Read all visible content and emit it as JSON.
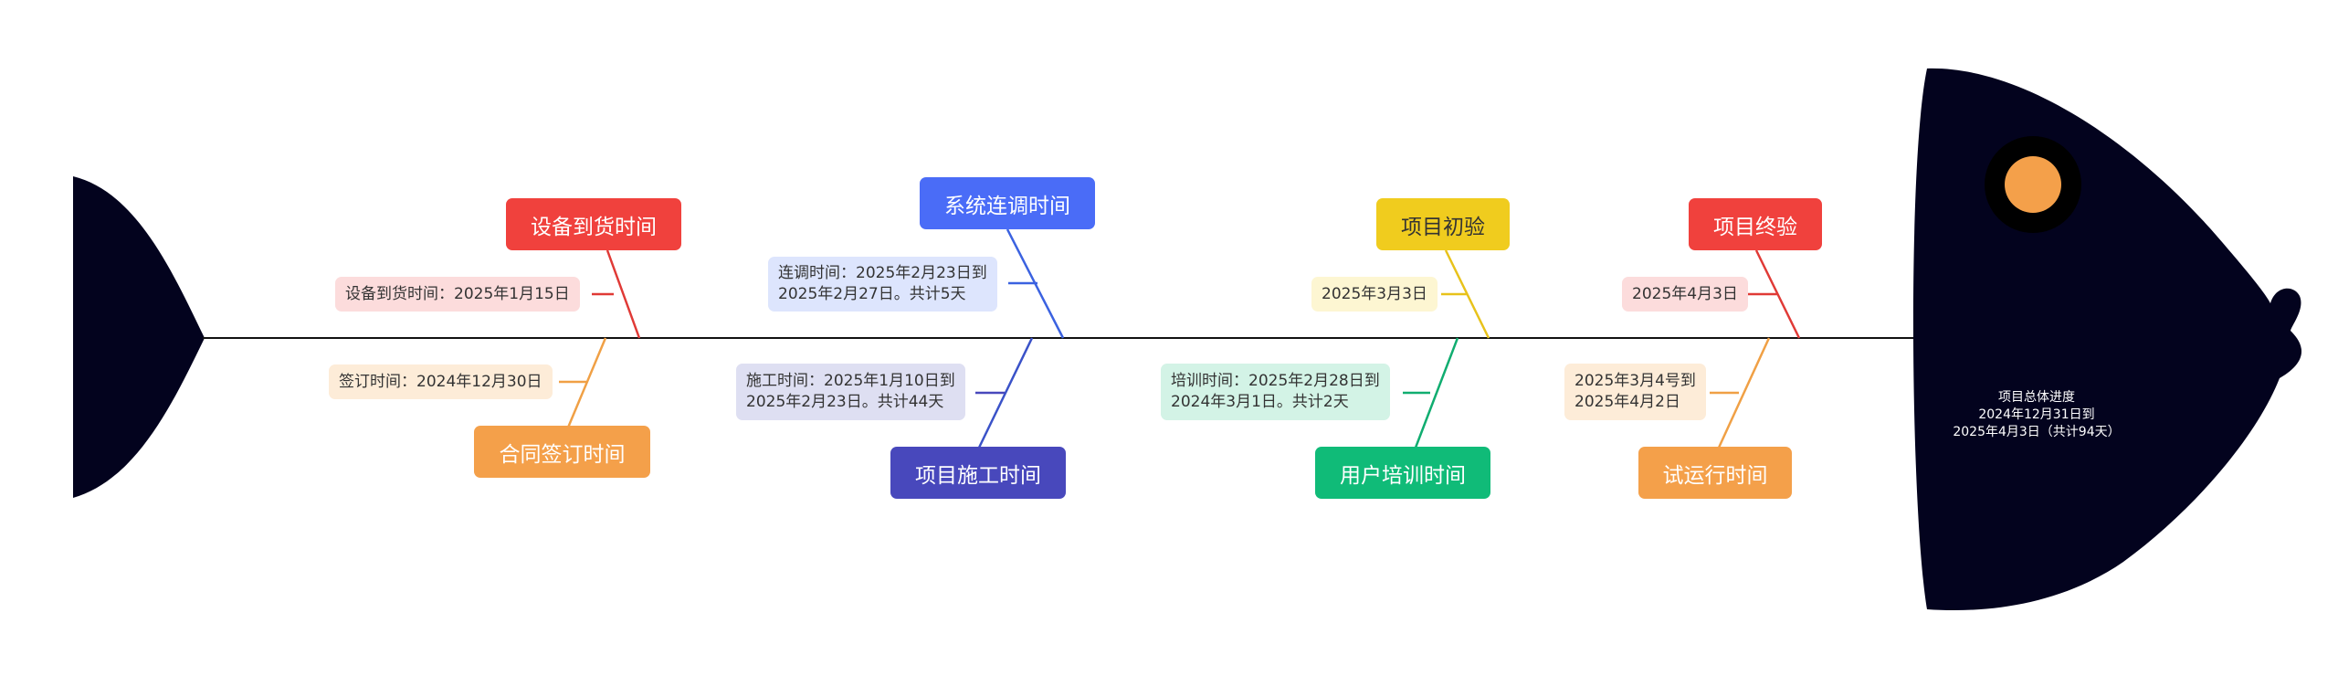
{
  "diagram": {
    "type": "fishbone",
    "head": {
      "title": "项目总体进度",
      "line2": "2024年12月31日到",
      "line3": "2025年4月3日（共计94天）"
    },
    "branches": [
      {
        "id": "b1",
        "label": "设备到货时间",
        "side": "top",
        "color": "#f0413d",
        "details": {
          "lines": [
            "设备到货时间：2025年1月15日"
          ],
          "bg": "#fcdcdc"
        }
      },
      {
        "id": "b2",
        "label": "合同签订时间",
        "side": "bottom",
        "color": "#f4a04a",
        "details": {
          "lines": [
            "签订时间：2024年12月30日"
          ],
          "bg": "#fdecd8"
        }
      },
      {
        "id": "b3",
        "label": "系统连调时间",
        "side": "top",
        "color": "#4a6cf7",
        "details": {
          "lines": [
            "连调时间：2025年2月23日到",
            "2025年2月27日。共计5天"
          ],
          "bg": "#dde5fd"
        }
      },
      {
        "id": "b4",
        "label": "项目施工时间",
        "side": "bottom",
        "color": "#4848bc",
        "details": {
          "lines": [
            "施工时间：2025年1月10日到",
            "2025年2月23日。共计44天"
          ],
          "bg": "#dedff2"
        }
      },
      {
        "id": "b5",
        "label": "项目初验",
        "side": "top",
        "color": "#f0cc1e",
        "details": {
          "lines": [
            "2025年3月3日"
          ],
          "bg": "#fdf6d2"
        }
      },
      {
        "id": "b6",
        "label": "用户培训时间",
        "side": "bottom",
        "color": "#10bb78",
        "details": {
          "lines": [
            "培训时间：2025年2月28日到",
            "2024年3月1日。共计2天"
          ],
          "bg": "#d3f3e6"
        }
      },
      {
        "id": "b7",
        "label": "项目终验",
        "side": "top",
        "color": "#f0413d",
        "details": {
          "lines": [
            "2025年4月3日"
          ],
          "bg": "#fcdcdc"
        }
      },
      {
        "id": "b8",
        "label": "试运行时间",
        "side": "bottom",
        "color": "#f4a04a",
        "details": {
          "lines": [
            "2025年3月4号到",
            "2025年4月2日"
          ],
          "bg": "#fdecd8"
        }
      }
    ]
  },
  "colors": {
    "fish": "#03031e",
    "spine": "#111111",
    "eye": "#f4a04a"
  }
}
